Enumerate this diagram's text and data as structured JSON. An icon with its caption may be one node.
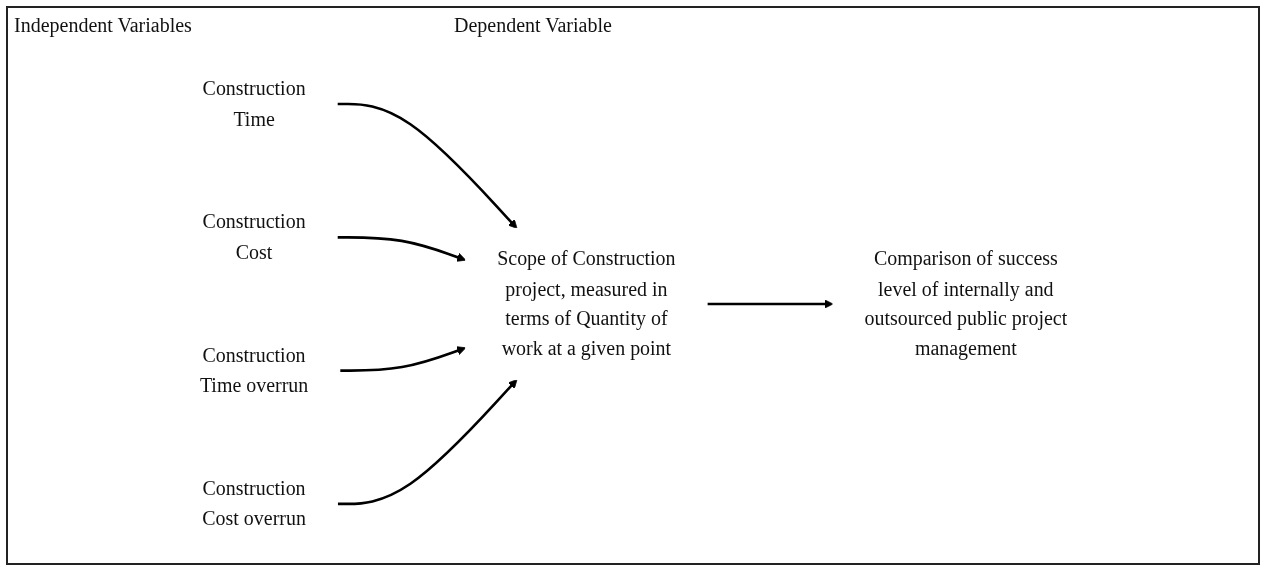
{
  "diagram": {
    "nodes": [
      {
        "text": [
          "Construction Time"
        ]
      },
      {
        "text": [
          "Construction Cost"
        ]
      },
      {
        "text": [
          "Construction Time overrun"
        ]
      },
      {
        "text": [
          "Construction Cost overrun"
        ]
      },
      {
        "text": [
          "Scope of Construction project, measured in terms of Quantity of work at a given point"
        ]
      },
      {
        "text": [
          "Comparison of success level of internally and outsourced public project management"
        ]
      }
    ],
    "edges": [
      {
        "from": 0,
        "to": 4,
        "arrow": "to"
      },
      {
        "from": 1,
        "to": 4,
        "arrow": "to"
      },
      {
        "from": 2,
        "to": 4,
        "arrow": "to"
      },
      {
        "from": 3,
        "to": 4,
        "arrow": "to"
      },
      {
        "from": 4,
        "to": 5,
        "arrow": "to"
      }
    ],
    "labels": [
      "Independent Variables",
      "Dependent Variable"
    ]
  }
}
